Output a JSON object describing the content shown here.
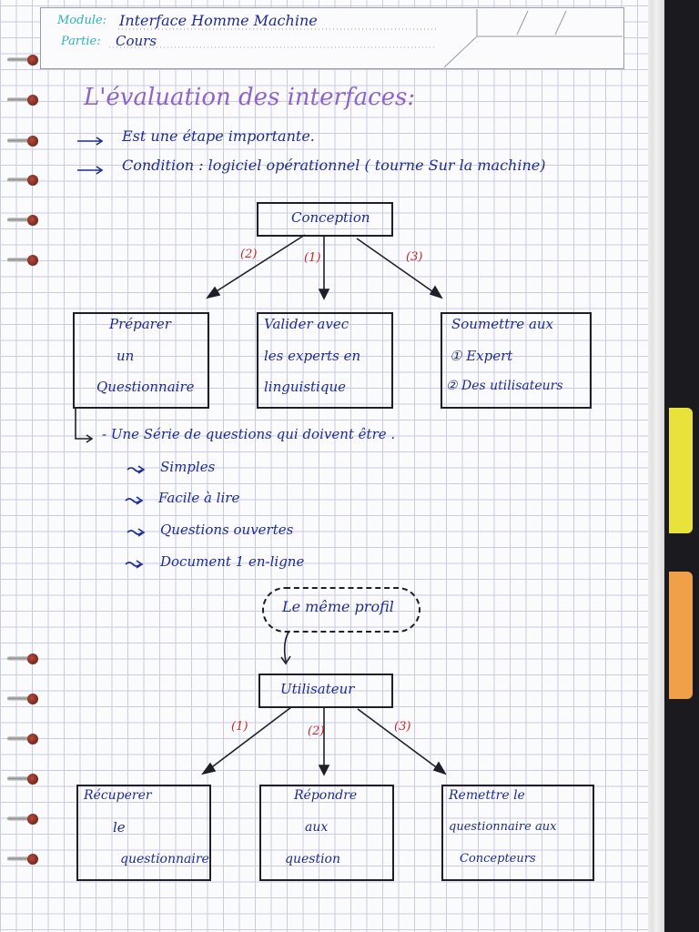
{
  "header": {
    "module_label": "Module:",
    "module_value": "Interface Homme Machine",
    "partie_label": "Partie:",
    "partie_value": "Cours"
  },
  "title": "L'évaluation des interfaces:",
  "intro": [
    "Est une étape importante.",
    "Condition : logiciel opérationnel ( tourne Sur la machine)"
  ],
  "diagram1": {
    "root": "Conception",
    "edge_labels": [
      "(2)",
      "(1)",
      "(3)"
    ],
    "children": [
      [
        "Préparer",
        "un",
        "Questionnaire"
      ],
      [
        "Valider avec",
        "les experts en",
        "linguistique"
      ],
      [
        "Soumettre aux",
        "① Expert",
        "② Des utilisateurs"
      ]
    ]
  },
  "questionnaire": {
    "lead": "- Une Série de questions qui doivent être .",
    "items": [
      "Simples",
      "Facile à lire",
      "Questions ouvertes",
      "Document 1 en-ligne"
    ]
  },
  "cloud_text": "Le même profil",
  "diagram2": {
    "root": "Utilisateur",
    "edge_labels": [
      "(1)",
      "(2)",
      "(3)"
    ],
    "children": [
      [
        "Récuperer",
        "le",
        "questionnaire"
      ],
      [
        "Répondre",
        "aux",
        "question"
      ],
      [
        "Remettre le",
        "questionnaire aux",
        "Concepteurs"
      ]
    ]
  },
  "colors": {
    "ink_blue": "#1d2c8f",
    "header_teal": "#2bb3c4",
    "title_purple": "#8f63c9",
    "label_red": "#c92525"
  }
}
